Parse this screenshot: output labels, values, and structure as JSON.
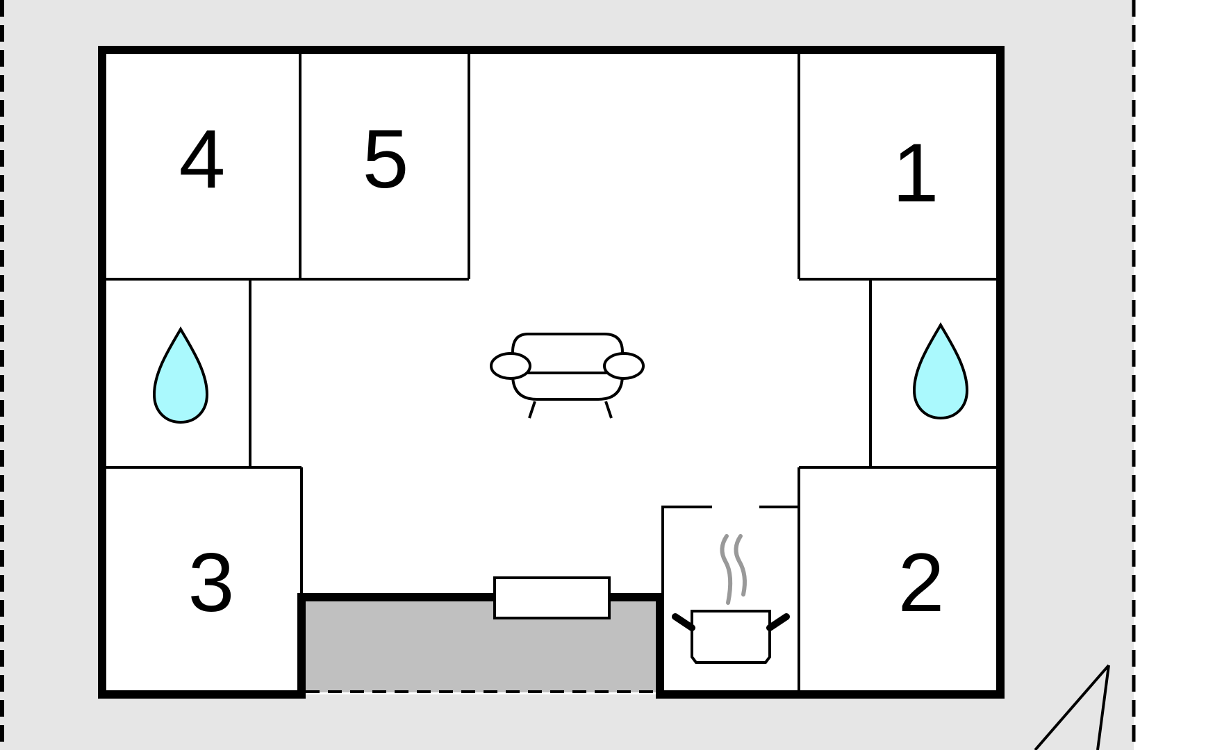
{
  "floorplan": {
    "rooms": [
      {
        "id": "bedroom-1",
        "label": "1"
      },
      {
        "id": "bedroom-2",
        "label": "2"
      },
      {
        "id": "bedroom-3",
        "label": "3"
      },
      {
        "id": "bedroom-4",
        "label": "4"
      },
      {
        "id": "bedroom-5",
        "label": "5"
      }
    ],
    "icons": {
      "bathroom": "water-drop-icon",
      "living_room": "sofa-icon",
      "kitchen": "cooking-pot-icon"
    },
    "colors": {
      "plot": "#e6e6e6",
      "interior": "#ffffff",
      "terrace": "#c0c0c0",
      "water": "#aaf9fd",
      "walls": "#000000",
      "steam": "#999999"
    }
  }
}
